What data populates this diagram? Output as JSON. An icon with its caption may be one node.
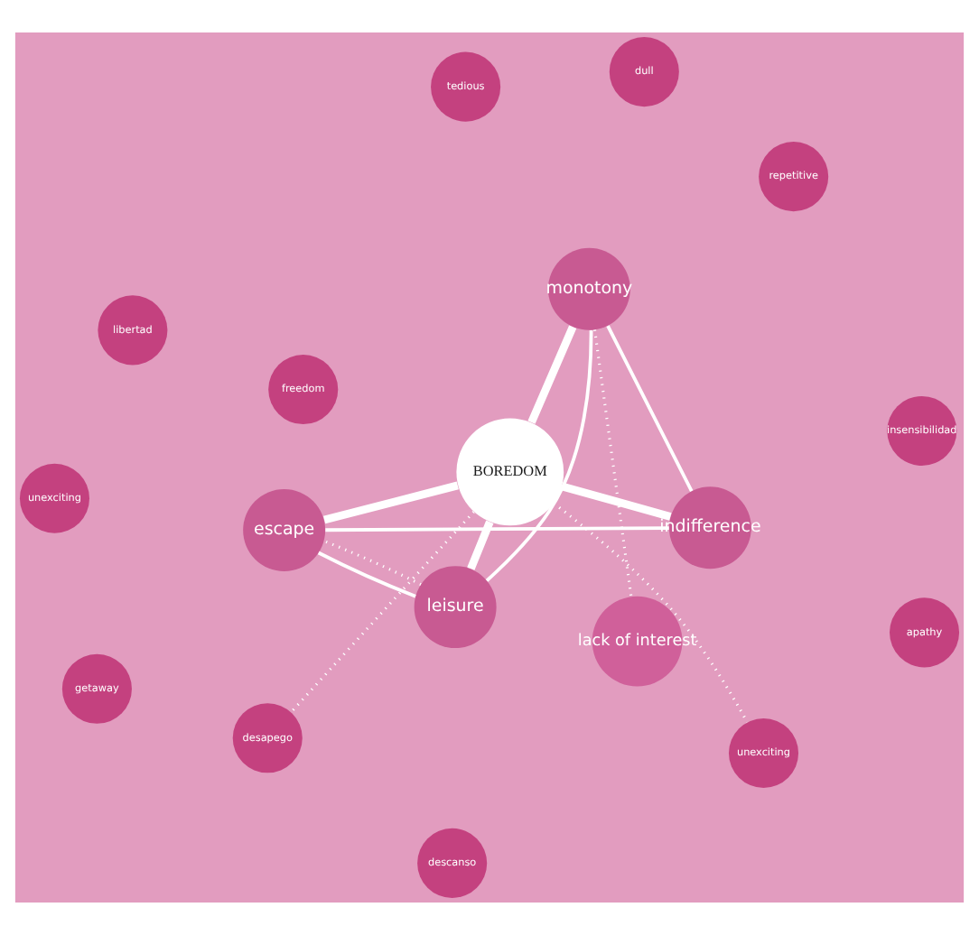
{
  "diagram": {
    "nodes": [
      {
        "text": [
          "BOREDOM"
        ]
      },
      {
        "text": [
          "leisure"
        ]
      },
      {
        "text": [
          "monotony"
        ]
      },
      {
        "text": [
          "escape"
        ]
      },
      {
        "text": [
          "indifference"
        ]
      },
      {
        "text": [
          "freedom"
        ]
      },
      {
        "text": [
          "descanso"
        ]
      },
      {
        "text": [
          "lack of interest"
        ]
      },
      {
        "text": [
          "unexciting"
        ]
      },
      {
        "text": [
          "desapego"
        ]
      },
      {
        "text": [
          "getaway"
        ]
      },
      {
        "text": [
          "libertad"
        ]
      },
      {
        "text": [
          "repetitive"
        ]
      },
      {
        "text": [
          "dull"
        ]
      },
      {
        "text": [
          "tedious"
        ]
      },
      {
        "text": [
          "unexciting"
        ]
      },
      {
        "text": [
          "apathy"
        ]
      },
      {
        "text": [
          "insensibilidad"
        ]
      }
    ],
    "edges": [
      {
        "from": 0,
        "to": 1,
        "arrow": "none",
        "style": "thick"
      },
      {
        "from": 0,
        "to": 2,
        "arrow": "none",
        "style": "thick"
      },
      {
        "from": 0,
        "to": 3,
        "arrow": "none",
        "style": "thick"
      },
      {
        "from": 0,
        "to": 4,
        "arrow": "none",
        "style": "thick"
      },
      {
        "from": 1,
        "to": 3,
        "arrow": "none"
      },
      {
        "from": 3,
        "to": 4,
        "arrow": "none"
      },
      {
        "from": 4,
        "to": 2,
        "arrow": "none"
      },
      {
        "from": 2,
        "to": 1,
        "arrow": "none"
      },
      {
        "from": 2,
        "to": 7,
        "arrow": "none",
        "style": "dashed"
      },
      {
        "from": 1,
        "to": 3,
        "arrow": "none",
        "style": "dashed"
      },
      {
        "from": 0,
        "to": 9,
        "arrow": "none",
        "style": "dashed"
      },
      {
        "from": 0,
        "to": 15,
        "arrow": "none",
        "style": "dashed"
      }
    ]
  }
}
